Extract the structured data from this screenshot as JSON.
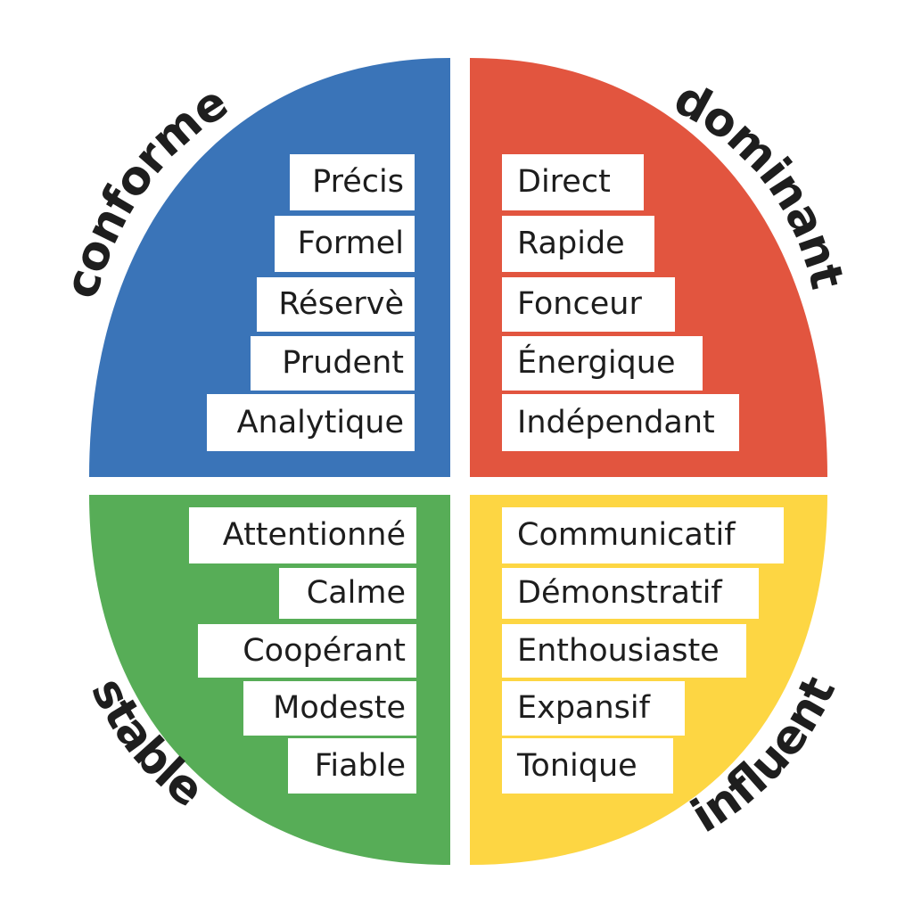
{
  "colors": {
    "conforme": "#3a74b8",
    "dominant": "#e2553f",
    "stable": "#57ad57",
    "influent": "#fdd643"
  },
  "quadrants": {
    "conforme": {
      "label": "conforme",
      "words": [
        "Précis",
        "Formel",
        "Réservè",
        "Prudent",
        "Analytique"
      ]
    },
    "dominant": {
      "label": "dominant",
      "words": [
        "Direct",
        "Rapide",
        "Fonceur",
        "Énergique",
        "Indépendant"
      ]
    },
    "stable": {
      "label": "stable",
      "words": [
        "Attentionné",
        "Calme",
        "Coopérant",
        "Modeste",
        "Fiable"
      ]
    },
    "influent": {
      "label": "influent",
      "words": [
        "Communicatif",
        "Démonstratif",
        "Enthousiaste",
        "Expansif",
        "Tonique"
      ]
    }
  }
}
